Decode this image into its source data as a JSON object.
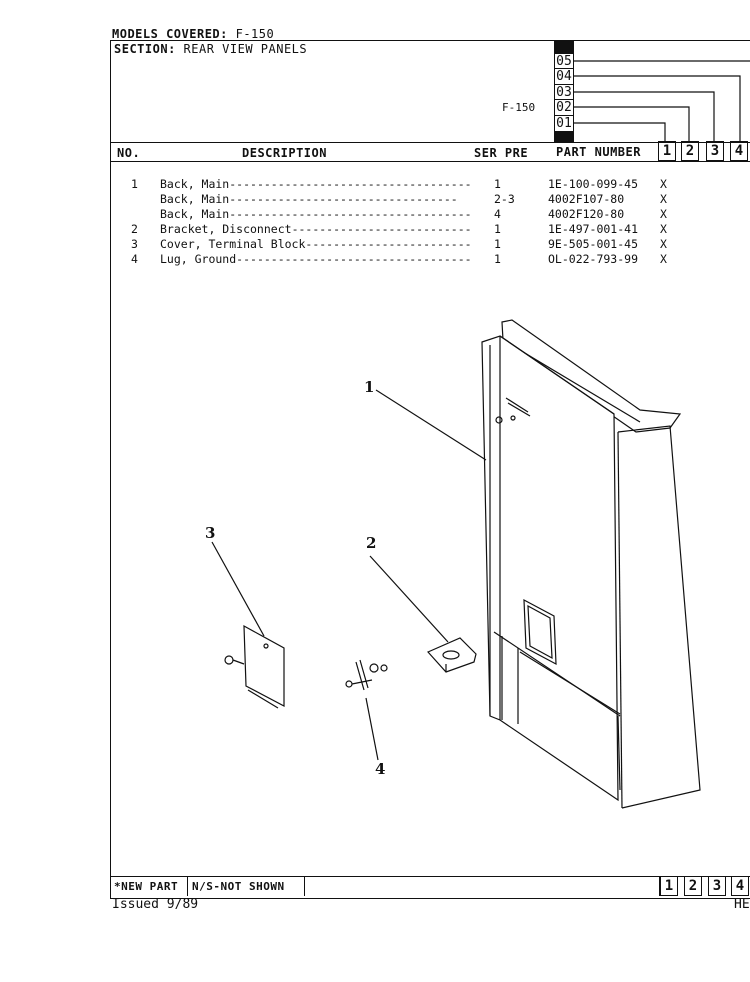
{
  "header": {
    "models_label": "MODELS COVERED:",
    "models_value": "F-150",
    "section_label": "SECTION:",
    "section_value": "REAR VIEW PANELS",
    "model_code": "F-150"
  },
  "version_boxes": [
    "05",
    "04",
    "03",
    "02",
    "01"
  ],
  "columns": {
    "no": "NO.",
    "description": "DESCRIPTION",
    "ser_pre": "SER PRE",
    "part_number": "PART NUMBER"
  },
  "column_boxes": [
    "1",
    "2",
    "3",
    "4"
  ],
  "parts": [
    {
      "no": "1",
      "desc": "Back, Main",
      "dashes": "-----------------------------------",
      "qty": "1",
      "part": "1E-100-099-45",
      "mark": "X"
    },
    {
      "no": "",
      "desc": "Back, Main",
      "dashes": "---------------------------------",
      "qty": "2-3",
      "part": "4002F107-80",
      "mark": "X"
    },
    {
      "no": "",
      "desc": "Back, Main",
      "dashes": "-----------------------------------",
      "qty": "4",
      "part": "4002F120-80",
      "mark": "X"
    },
    {
      "no": "2",
      "desc": "Bracket, Disconnect",
      "dashes": "--------------------------",
      "qty": "1",
      "part": "1E-497-001-41",
      "mark": "X"
    },
    {
      "no": "3",
      "desc": "Cover, Terminal Block",
      "dashes": "------------------------",
      "qty": "1",
      "part": "9E-505-001-45",
      "mark": "X"
    },
    {
      "no": "4",
      "desc": "Lug, Ground",
      "dashes": "----------------------------------",
      "qty": "1",
      "part": "OL-022-793-99",
      "mark": "X"
    }
  ],
  "callouts": [
    "1",
    "2",
    "3",
    "4"
  ],
  "footer": {
    "new_part": "*NEW PART",
    "ns_not_shown": "N/S-NOT SHOWN",
    "boxes": [
      "1",
      "2",
      "3",
      "4"
    ],
    "issued": "Issued 9/89",
    "corner": "HE"
  }
}
